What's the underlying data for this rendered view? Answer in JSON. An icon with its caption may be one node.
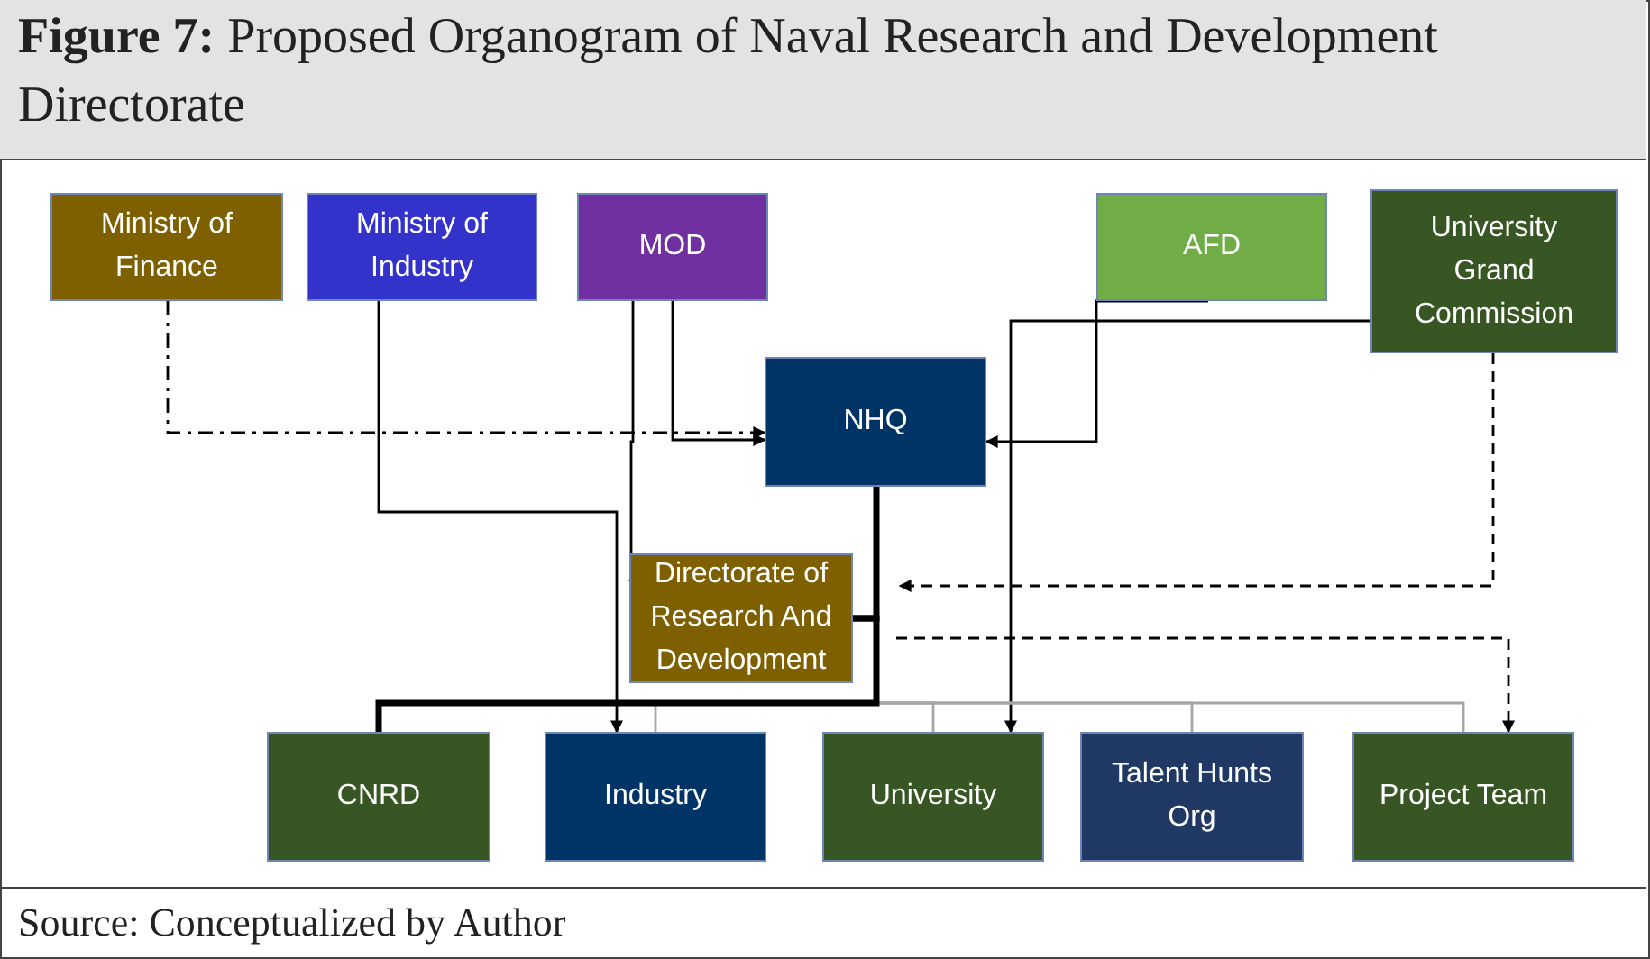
{
  "diagram": {
    "title": "**Figure 7:** Proposed Organogram of Naval Research and Development Directorate",
    "caption": "Source: Conceptualized by Author",
    "nodes": [
      {
        "text": [
          "Ministry of Finance"
        ]
      },
      {
        "text": [
          "Ministry of Industry"
        ]
      },
      {
        "text": [
          "MOD"
        ]
      },
      {
        "text": [
          "AFD"
        ]
      },
      {
        "text": [
          "University Grand Commission"
        ]
      },
      {
        "text": [
          "NHQ"
        ]
      },
      {
        "text": [
          "Directorate of Research And Development"
        ]
      },
      {
        "text": [
          "CNRD"
        ]
      },
      {
        "text": [
          "Industry"
        ]
      },
      {
        "text": [
          "University"
        ]
      },
      {
        "text": [
          "Talent Hunts Org"
        ]
      },
      {
        "text": [
          "Project Team"
        ]
      }
    ],
    "edges": [
      {
        "from": 0,
        "to": 5,
        "arrow": "to",
        "style": "dashed"
      },
      {
        "from": 1,
        "to": 8,
        "arrow": "to"
      },
      {
        "from": 2,
        "to": 6,
        "arrow": "to"
      },
      {
        "from": 2,
        "to": 5,
        "arrow": "to"
      },
      {
        "from": 3,
        "to": 5,
        "arrow": "to"
      },
      {
        "from": 4,
        "to": 9,
        "arrow": "to"
      },
      {
        "from": 4,
        "to": 6,
        "arrow": "to",
        "style": "dashed"
      },
      {
        "from": 6,
        "to": 11,
        "arrow": "to",
        "style": "dashed"
      },
      {
        "from": 5,
        "to": 6,
        "arrow": "none",
        "style": "thick"
      },
      {
        "from": 6,
        "to": 7,
        "arrow": "none",
        "style": "thick"
      },
      {
        "from": 6,
        "to": 8,
        "arrow": "none",
        "color": "#a6a6a6"
      },
      {
        "from": 6,
        "to": 9,
        "arrow": "none",
        "color": "#a6a6a6"
      },
      {
        "from": 6,
        "to": 10,
        "arrow": "none",
        "color": "#a6a6a6"
      },
      {
        "from": 6,
        "to": 11,
        "arrow": "none",
        "color": "#a6a6a6"
      }
    ]
  }
}
